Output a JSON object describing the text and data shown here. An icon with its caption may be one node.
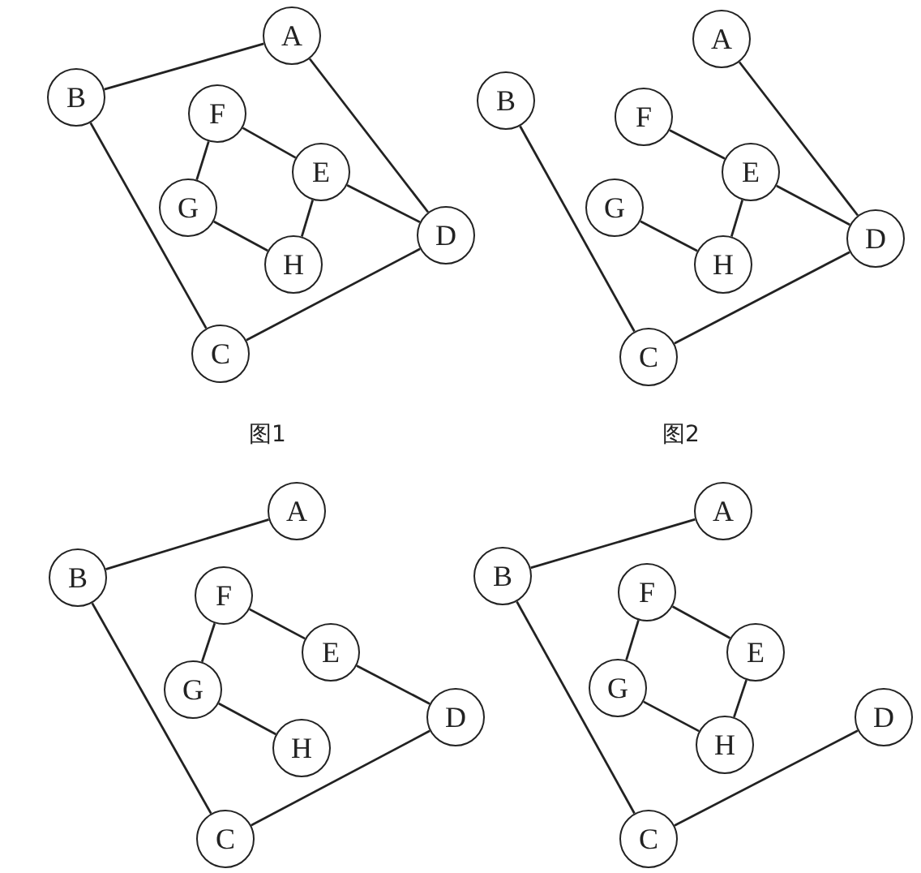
{
  "diagram": {
    "nodes": [
      {
        "text": [
          "A"
        ]
      },
      {
        "text": [
          "B"
        ]
      },
      {
        "text": [
          "F"
        ]
      },
      {
        "text": [
          "E"
        ]
      },
      {
        "text": [
          "G"
        ]
      },
      {
        "text": [
          "D"
        ]
      },
      {
        "text": [
          "H"
        ]
      },
      {
        "text": [
          "C"
        ]
      },
      {
        "text": [
          "A"
        ]
      },
      {
        "text": [
          "B"
        ]
      },
      {
        "text": [
          "F"
        ]
      },
      {
        "text": [
          "E"
        ]
      },
      {
        "text": [
          "G"
        ]
      },
      {
        "text": [
          "D"
        ]
      },
      {
        "text": [
          "H"
        ]
      },
      {
        "text": [
          "C"
        ]
      },
      {
        "text": [
          "A"
        ]
      },
      {
        "text": [
          "B"
        ]
      },
      {
        "text": [
          "F"
        ]
      },
      {
        "text": [
          "E"
        ]
      },
      {
        "text": [
          "G"
        ]
      },
      {
        "text": [
          "D"
        ]
      },
      {
        "text": [
          "H"
        ]
      },
      {
        "text": [
          "C"
        ]
      },
      {
        "text": [
          "A"
        ]
      },
      {
        "text": [
          "B"
        ]
      },
      {
        "text": [
          "F"
        ]
      },
      {
        "text": [
          "E"
        ]
      },
      {
        "text": [
          "G"
        ]
      },
      {
        "text": [
          "D"
        ]
      },
      {
        "text": [
          "H"
        ]
      },
      {
        "text": [
          "C"
        ]
      }
    ],
    "edges": [
      {
        "from": 1,
        "to": 0,
        "arrow": "none"
      },
      {
        "from": 0,
        "to": 5,
        "arrow": "none"
      },
      {
        "from": 1,
        "to": 7,
        "arrow": "none"
      },
      {
        "from": 7,
        "to": 5,
        "arrow": "none"
      },
      {
        "from": 2,
        "to": 3,
        "arrow": "none"
      },
      {
        "from": 2,
        "to": 4,
        "arrow": "none"
      },
      {
        "from": 4,
        "to": 6,
        "arrow": "none"
      },
      {
        "from": 6,
        "to": 3,
        "arrow": "none"
      },
      {
        "from": 3,
        "to": 5,
        "arrow": "none"
      },
      {
        "from": 8,
        "to": 13,
        "arrow": "none"
      },
      {
        "from": 9,
        "to": 15,
        "arrow": "none"
      },
      {
        "from": 15,
        "to": 13,
        "arrow": "none"
      },
      {
        "from": 10,
        "to": 11,
        "arrow": "none"
      },
      {
        "from": 11,
        "to": 13,
        "arrow": "none"
      },
      {
        "from": 11,
        "to": 14,
        "arrow": "none"
      },
      {
        "from": 12,
        "to": 14,
        "arrow": "none"
      },
      {
        "from": 17,
        "to": 16,
        "arrow": "none"
      },
      {
        "from": 17,
        "to": 23,
        "arrow": "none"
      },
      {
        "from": 23,
        "to": 21,
        "arrow": "none"
      },
      {
        "from": 18,
        "to": 19,
        "arrow": "none"
      },
      {
        "from": 18,
        "to": 20,
        "arrow": "none"
      },
      {
        "from": 20,
        "to": 22,
        "arrow": "none"
      },
      {
        "from": 19,
        "to": 21,
        "arrow": "none"
      },
      {
        "from": 25,
        "to": 24,
        "arrow": "none"
      },
      {
        "from": 25,
        "to": 31,
        "arrow": "none"
      },
      {
        "from": 31,
        "to": 29,
        "arrow": "none"
      },
      {
        "from": 26,
        "to": 27,
        "arrow": "none"
      },
      {
        "from": 26,
        "to": 28,
        "arrow": "none"
      },
      {
        "from": 28,
        "to": 30,
        "arrow": "none"
      },
      {
        "from": 30,
        "to": 27,
        "arrow": "none"
      }
    ],
    "labels": [
      "图1",
      "图2"
    ]
  }
}
